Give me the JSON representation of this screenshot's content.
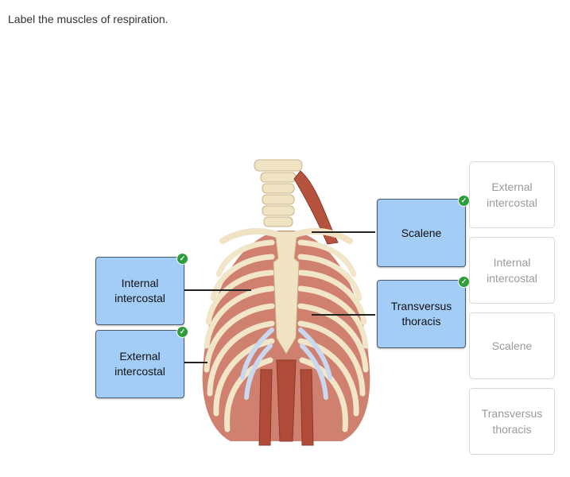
{
  "question": "Label the muscles of respiration.",
  "placed_labels": [
    {
      "text": "Internal\nintercostal",
      "correct": true
    },
    {
      "text": "External\nintercostal",
      "correct": true
    },
    {
      "text": "Scalene",
      "correct": true
    },
    {
      "text": "Transversus\nthoracis",
      "correct": true
    }
  ],
  "answer_bank": [
    {
      "text": "External\nintercostal"
    },
    {
      "text": "Internal\nintercostal"
    },
    {
      "text": "Scalene"
    },
    {
      "text": "Transversus\nthoracis"
    }
  ],
  "colors": {
    "placed_fill": "#a3cdf6",
    "check_green": "#2e9d3b",
    "bank_text": "#9a9a9a"
  }
}
